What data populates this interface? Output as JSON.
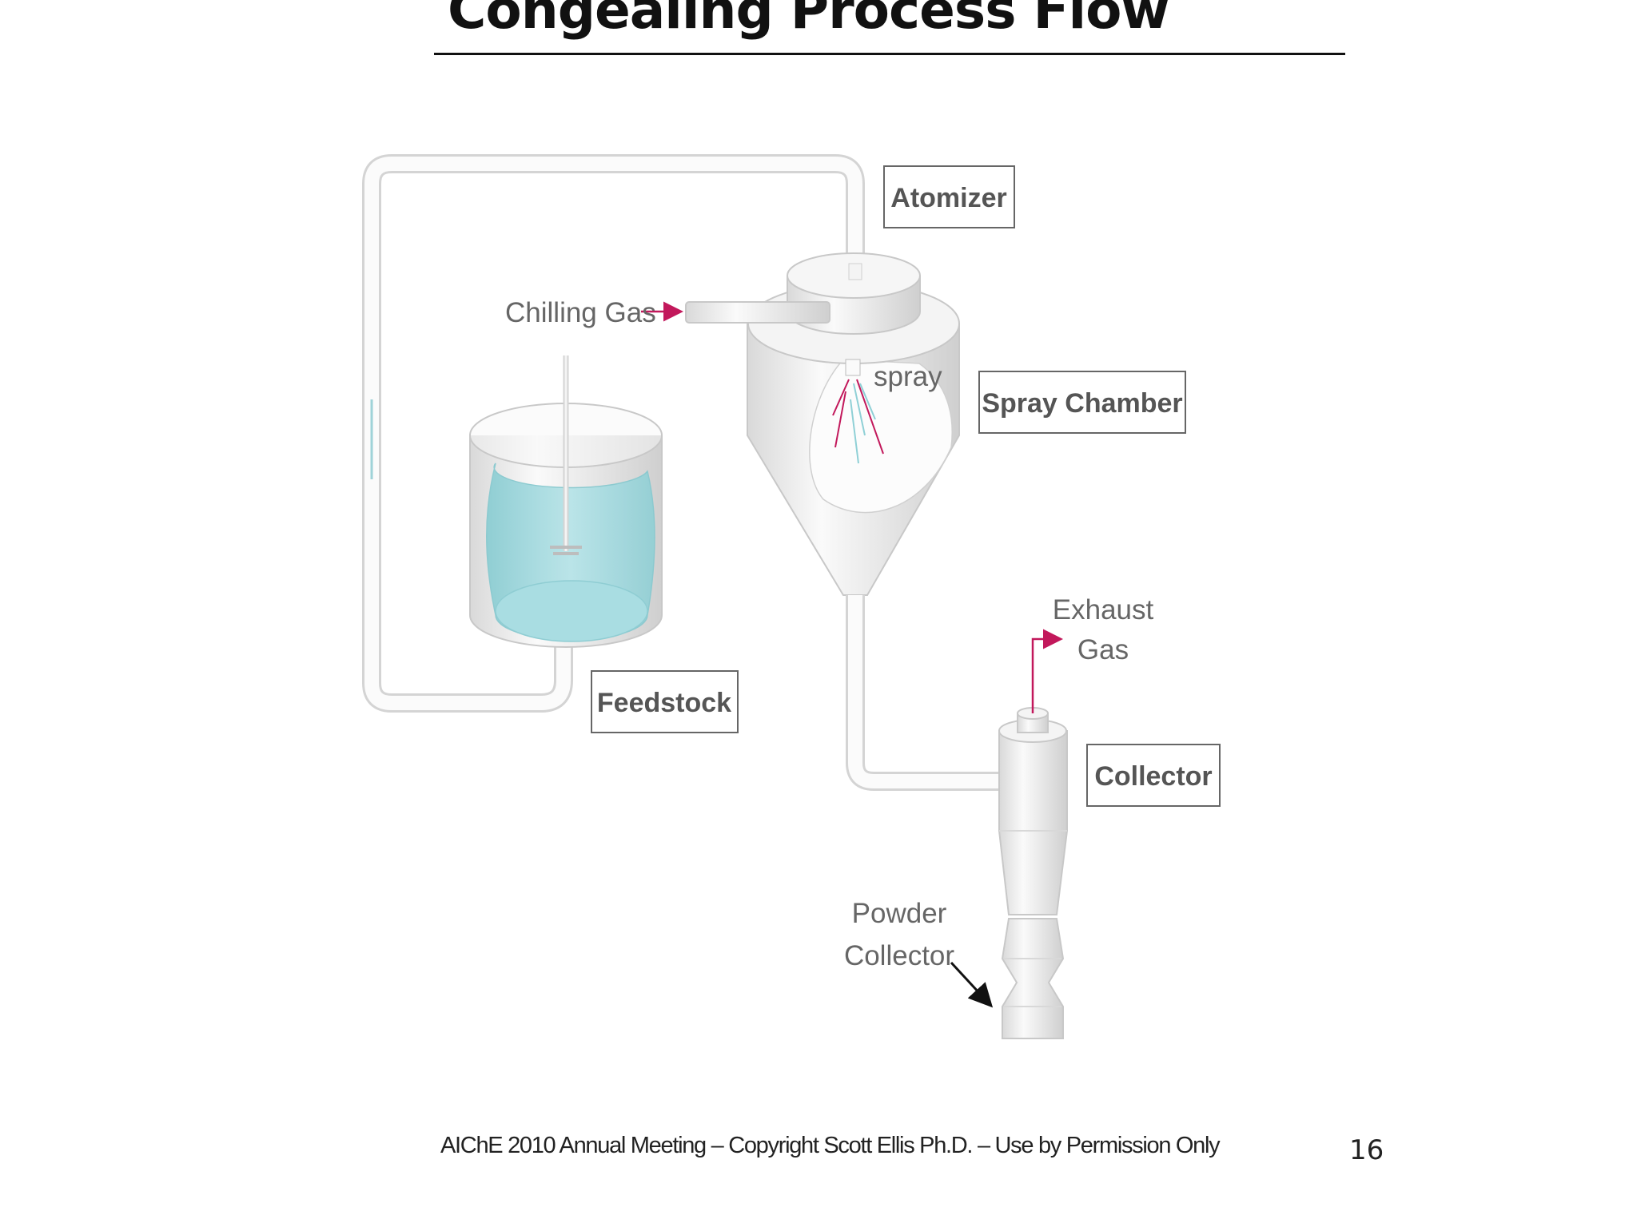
{
  "slide": {
    "title": "Congealing Process Flow",
    "footer": "AIChE 2010 Annual Meeting – Copyright Scott Ellis Ph.D. – Use by Permission Only",
    "page_number": "16"
  },
  "labels": {
    "atomizer": "Atomizer",
    "spray_chamber": "Spray Chamber",
    "feedstock": "Feedstock",
    "collector": "Collector",
    "chilling_gas": "Chilling Gas",
    "spray": "spray",
    "exhaust_line1": "Exhaust",
    "exhaust_line2": "Gas",
    "powder_line1": "Powder",
    "powder_line2": "Collector"
  },
  "colors": {
    "liquid": "#a8dde2",
    "arrow_accent": "#c2185b",
    "equipment_fill": "#f2f2f2",
    "equipment_stroke": "#c8c8c8",
    "label_box_stroke": "#666666"
  }
}
